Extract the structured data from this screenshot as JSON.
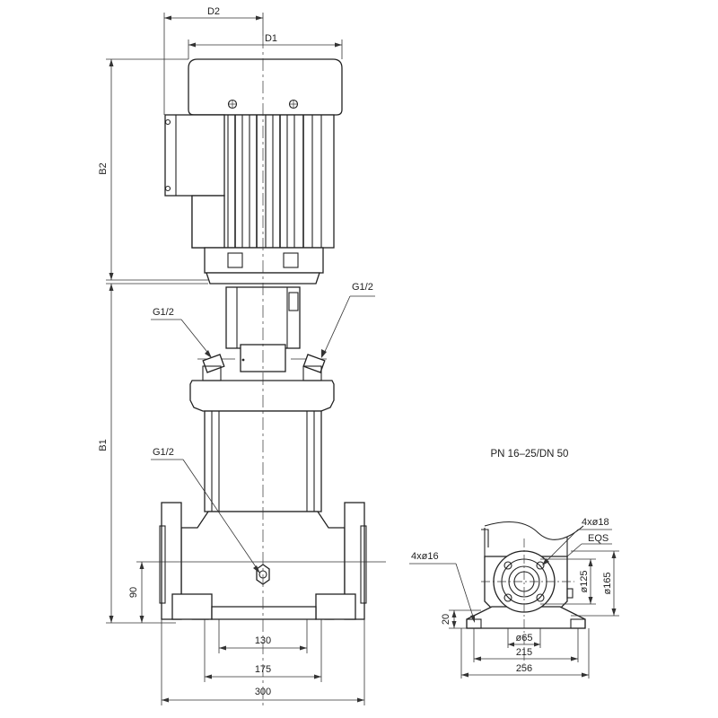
{
  "title": "PN 16–25/DN 50",
  "dimensions": {
    "d2": "D2",
    "d1": "D1",
    "b2": "B2",
    "b1": "B1",
    "h90": "90",
    "w130": "130",
    "w175": "175",
    "w300": "300"
  },
  "ports": {
    "left_upper": "G1/2",
    "right_upper": "G1/2",
    "drain": "G1/2"
  },
  "side_view": {
    "bolt_holes": "4xø18",
    "eqs": "EQS",
    "base_holes": "4xø16",
    "pcd_125": "ø125",
    "pcd_165": "ø165",
    "bore_65": "ø65",
    "h20": "20",
    "w215": "215",
    "w256": "256"
  }
}
